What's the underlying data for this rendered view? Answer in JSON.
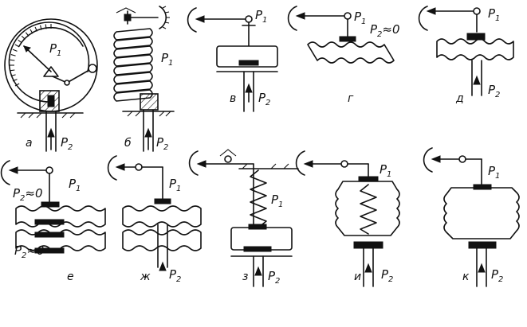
{
  "labels": {
    "p1": "P",
    "p1_sub": "1",
    "p2": "P",
    "p2_sub": "2",
    "p2_zero": "P",
    "p2_zero_sub": "2",
    "p2_zero_tail": "≈0"
  },
  "captions": [
    "а",
    "б",
    "в",
    "г",
    "д",
    "е",
    "ж",
    "з",
    "и",
    "к"
  ]
}
